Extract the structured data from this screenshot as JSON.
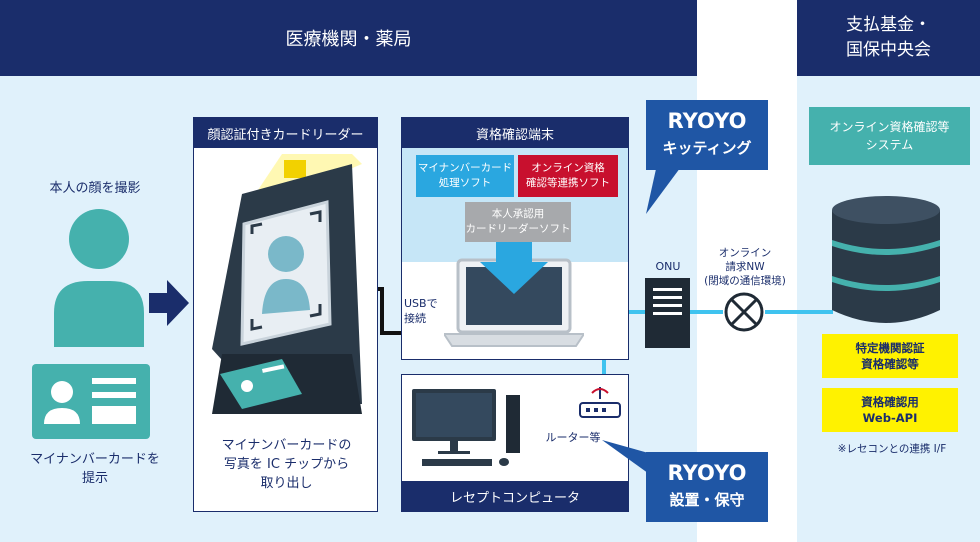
{
  "header": {
    "left": "医療機関・薬局",
    "right_line1": "支払基金・",
    "right_line2": "国保中央会"
  },
  "person": {
    "face_label": "本人の顔を撮影",
    "card_label_line1": "マイナンバーカードを",
    "card_label_line2": "提示"
  },
  "reader": {
    "title": "顔認証付きカードリーダー",
    "desc_line1": "マイナンバーカードの",
    "desc_line2": "写真を IC チップから",
    "desc_line3": "取り出し"
  },
  "usb": {
    "line1": "USBで",
    "line2": "接続"
  },
  "terminal": {
    "title": "資格確認端末",
    "chip_mynumber_line1": "マイナンバーカード",
    "chip_mynumber_line2": "処理ソフト",
    "chip_online_line1": "オンライン資格",
    "chip_online_line2": "確認等連携ソフト",
    "chip_reader_line1": "本人承認用",
    "chip_reader_line2": "カードリーダーソフト"
  },
  "receipt": {
    "title": "レセプトコンピュータ",
    "router_label": "ルーター等"
  },
  "callout_kitting": {
    "line1": "RYOYO",
    "line2": "キッティング"
  },
  "callout_install": {
    "line1": "RYOYO",
    "line2": "設置・保守"
  },
  "onu_label": "ONU",
  "network": {
    "line1": "オンライン",
    "line2": "請求NW",
    "line3": "(閉域の通信環境)"
  },
  "system": {
    "title_line1": "オンライン資格確認等",
    "title_line2": "システム",
    "auth_line1": "特定機関認証",
    "auth_line2": "資格確認等",
    "api_line1": "資格確認用",
    "api_line2": "Web-API",
    "note": "※レセコンとの連携 I/F"
  },
  "colors": {
    "navy": "#1a2d6b",
    "teal": "#45b1ad",
    "light_blue": "#e0f1fb",
    "cyan_line": "#3fc3ef",
    "callout_blue": "#1f56a5",
    "yellow": "#fff200",
    "chip_blue": "#2aa7e0",
    "chip_red": "#c8102e",
    "chip_gray": "#a7a9ac"
  }
}
